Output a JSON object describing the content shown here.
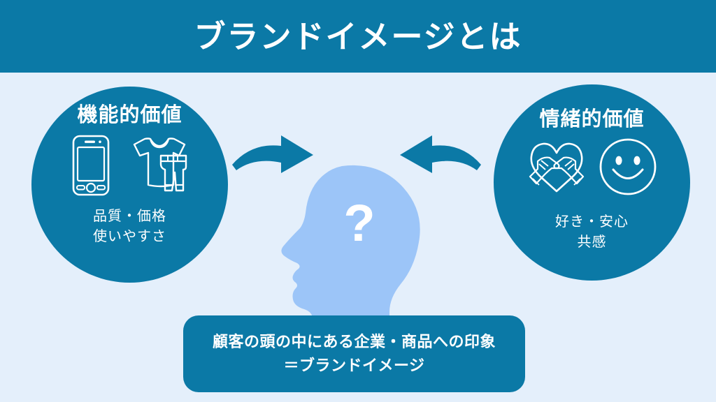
{
  "header": {
    "title": "ブランドイメージとは"
  },
  "colors": {
    "background": "#e4effb",
    "primary_teal": "#0b79a6",
    "head_blue": "#9cc5f8",
    "white": "#ffffff"
  },
  "left_circle": {
    "title": "機能的価値",
    "icons": [
      "smartphone-icon",
      "clothing-icon"
    ],
    "caption_line1": "品質・価格",
    "caption_line2": "使いやすさ"
  },
  "right_circle": {
    "title": "情緒的価値",
    "icons": [
      "hands-heart-icon",
      "smiley-face-icon"
    ],
    "caption_line1": "好き・安心",
    "caption_line2": "共感"
  },
  "center": {
    "head_icon": "head-profile-silhouette",
    "question_mark": "?"
  },
  "arrows": {
    "left": "curved-arrow-right-icon",
    "right": "curved-arrow-left-icon"
  },
  "conclusion": {
    "line1": "顧客の頭の中にある企業・商品への印象",
    "line2": "＝ブランドイメージ"
  }
}
